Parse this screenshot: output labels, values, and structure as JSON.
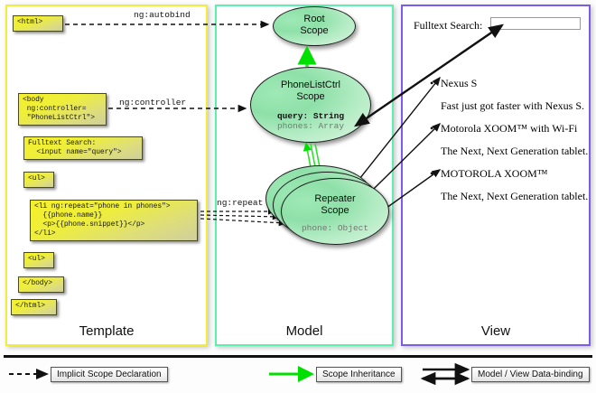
{
  "columns": {
    "template": {
      "title": "Template",
      "border_color": "#f2ec3a"
    },
    "model": {
      "title": "Model",
      "border_color": "#5cf0ae"
    },
    "view": {
      "title": "View",
      "border_color": "#7b5cf0"
    }
  },
  "template": {
    "boxes": [
      {
        "id": "html-open",
        "code": "<html>"
      },
      {
        "id": "body-open",
        "code": "<body\n ng:controller=\n \"PhoneListCtrl\">"
      },
      {
        "id": "search",
        "code": "Fulltext Search:\n  <input name=\"query\">"
      },
      {
        "id": "ul-open",
        "code": "<ul>"
      },
      {
        "id": "li-repeat",
        "code": "<li ng:repeat=\"phone in phones\">\n  {{phone.name}}\n  <p>{{phone.snippet}}</p>\n</li>"
      },
      {
        "id": "ul-close",
        "code": "<ul>"
      },
      {
        "id": "body-close",
        "code": "</body>"
      },
      {
        "id": "html-close",
        "code": "</html>"
      }
    ]
  },
  "model": {
    "scopes": [
      {
        "id": "root-scope",
        "title_line1": "Root",
        "title_line2": "Scope",
        "props": []
      },
      {
        "id": "phonelistctrl-scope",
        "title_line1": "PhoneListCtrl",
        "title_line2": "Scope",
        "props": [
          {
            "text": "query: String",
            "style": "bold"
          },
          {
            "text": "phones: Array",
            "style": "dim"
          }
        ]
      },
      {
        "id": "repeater-scope",
        "title_line1": "Repeater",
        "title_line2": "Scope",
        "props": [
          {
            "text": "phone: Object",
            "style": "dim"
          }
        ]
      }
    ]
  },
  "connectors": {
    "autobind": "ng:autobind",
    "controller": "ng:controller",
    "repeat": "ng:repeat"
  },
  "view": {
    "search_label": "Fulltext Search:",
    "search_value": "",
    "search_placeholder": "",
    "items": [
      {
        "name": "Nexus S",
        "snippet": "Fast just got faster with Nexus S."
      },
      {
        "name": "Motorola XOOM™  with Wi-Fi",
        "snippet": "The Next, Next Generation tablet."
      },
      {
        "name": "MOTOROLA XOOM™",
        "snippet": "The Next, Next Generation tablet."
      }
    ]
  },
  "legend": {
    "items": [
      {
        "id": "implicit-scope-declaration",
        "label": "Implicit Scope Declaration",
        "arrow": "dashed-black"
      },
      {
        "id": "scope-inheritance",
        "label": "Scope Inheritance",
        "arrow": "solid-green"
      },
      {
        "id": "model-view-data-binding",
        "label": "Model / View Data-binding",
        "arrow": "double-black"
      }
    ]
  },
  "colors": {
    "template_border": "#f2ec3a",
    "model_border": "#5cf0ae",
    "view_border": "#7b5cf0",
    "scope_green": "#8ee0a8",
    "code_yellow": "#eeee3b",
    "inheritance_green": "#00e000"
  }
}
